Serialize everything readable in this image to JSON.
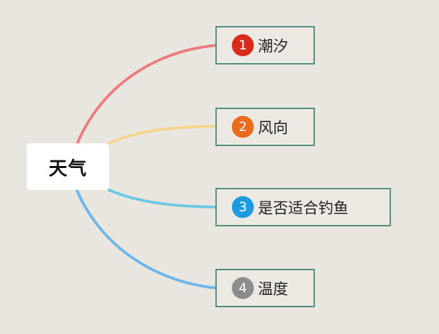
{
  "root": {
    "label": "天气"
  },
  "branches": [
    {
      "number": "1",
      "label": "潮汐",
      "badge_color": "#d92b1c",
      "line_color": "#ec7a7f"
    },
    {
      "number": "2",
      "label": "风向",
      "badge_color": "#ea6b1b",
      "line_color": "#f6d68b"
    },
    {
      "number": "3",
      "label": "是否适合钓鱼",
      "badge_color": "#1c9be0",
      "line_color": "#6cc9e0"
    },
    {
      "number": "4",
      "label": "温度",
      "badge_color": "#8c8c8c",
      "line_color": "#6cb6ea"
    }
  ],
  "colors": {
    "background": "#e9e5df",
    "branch_border": "#4b8c7a",
    "root_fill": "#ffffff"
  }
}
